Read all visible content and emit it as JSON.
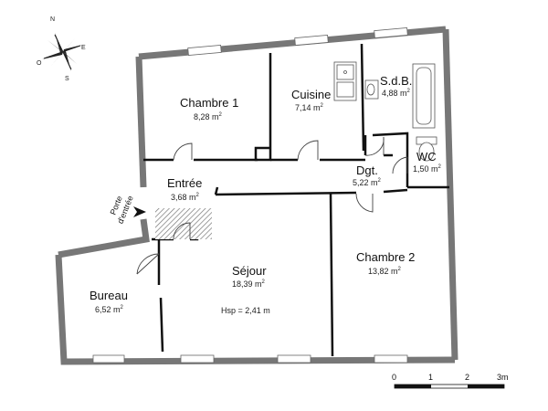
{
  "compass": {
    "n": "N",
    "e": "E",
    "s": "S",
    "o": "O"
  },
  "entrance_label": {
    "line1": "Porte",
    "line2": "d'entrée"
  },
  "rooms": [
    {
      "name": "Chambre 1",
      "area": "8,28 m"
    },
    {
      "name": "Cuisine",
      "area": "7,14 m"
    },
    {
      "name": "S.d.B.",
      "area": "4,88 m"
    },
    {
      "name": "WC",
      "area": "1,50 m"
    },
    {
      "name": "Entrée",
      "area": "3,68 m"
    },
    {
      "name": "Dgt.",
      "area": "5,22 m"
    },
    {
      "name": "Séjour",
      "area": "18,39 m",
      "extra": "Hsp = 2,41 m"
    },
    {
      "name": "Chambre 2",
      "area": "13,82 m"
    },
    {
      "name": "Bureau",
      "area": "6,52 m"
    }
  ],
  "area_exponent": "2",
  "scale": {
    "ticks": [
      "0",
      "1",
      "2",
      "3m"
    ]
  }
}
